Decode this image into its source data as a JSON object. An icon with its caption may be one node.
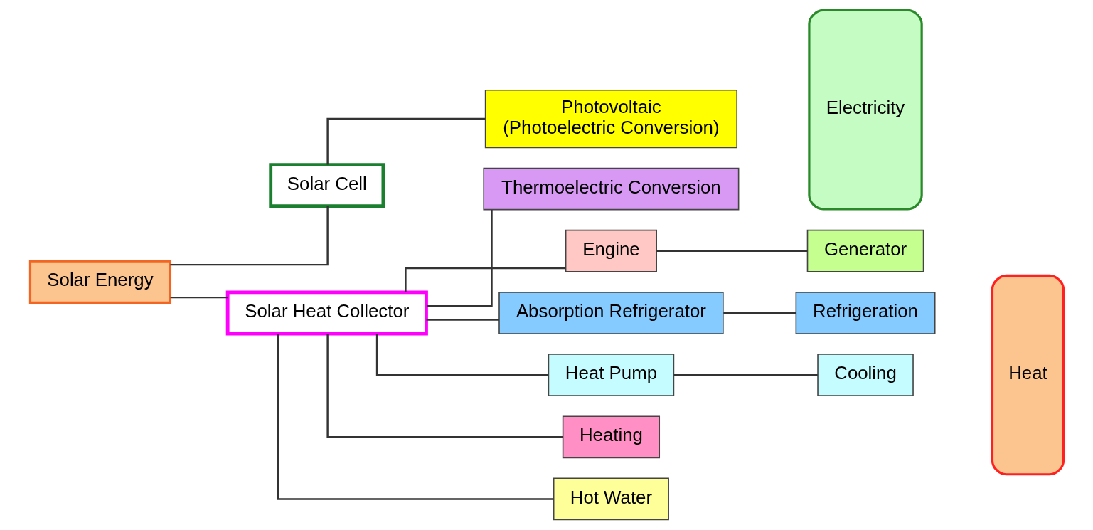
{
  "diagram": {
    "nodes": [
      {
        "text": [
          "Solar Energy"
        ]
      },
      {
        "text": [
          "Solar Cell"
        ]
      },
      {
        "text": [
          "Solar Heat Collector"
        ]
      },
      {
        "text": [
          "Photovoltaic",
          "(Photoelectric Conversion)"
        ]
      },
      {
        "text": [
          "Thermoelectric Conversion"
        ]
      },
      {
        "text": [
          "Engine"
        ]
      },
      {
        "text": [
          "Generator"
        ]
      },
      {
        "text": [
          "Absorption Refrigerator"
        ]
      },
      {
        "text": [
          "Refrigeration"
        ]
      },
      {
        "text": [
          "Heat Pump"
        ]
      },
      {
        "text": [
          "Cooling"
        ]
      },
      {
        "text": [
          "Heating"
        ]
      },
      {
        "text": [
          "Hot Water"
        ]
      },
      {
        "text": [
          "Electricity"
        ]
      },
      {
        "text": [
          "Heat"
        ]
      }
    ],
    "edges": [
      {
        "from": 0,
        "to": 1,
        "arrow": "none"
      },
      {
        "from": 0,
        "to": 2,
        "arrow": "none"
      },
      {
        "from": 1,
        "to": 3,
        "arrow": "none"
      },
      {
        "from": 2,
        "to": 4,
        "arrow": "none"
      },
      {
        "from": 2,
        "to": 5,
        "arrow": "none"
      },
      {
        "from": 5,
        "to": 6,
        "arrow": "none"
      },
      {
        "from": 2,
        "to": 7,
        "arrow": "none"
      },
      {
        "from": 7,
        "to": 8,
        "arrow": "none"
      },
      {
        "from": 2,
        "to": 9,
        "arrow": "none"
      },
      {
        "from": 9,
        "to": 10,
        "arrow": "none"
      },
      {
        "from": 2,
        "to": 11,
        "arrow": "none"
      },
      {
        "from": 2,
        "to": 12,
        "arrow": "none"
      }
    ]
  }
}
